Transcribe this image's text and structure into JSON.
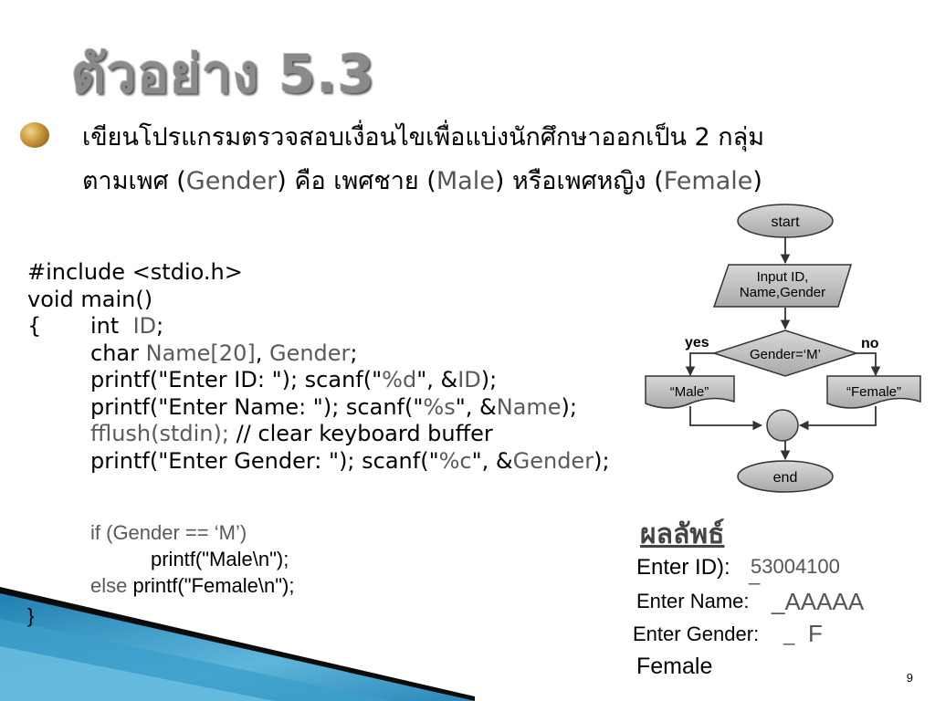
{
  "title": "ตัวอย่าง 5.3",
  "bullet": {
    "line1_a": "เขียนโปรแกรมตรวจสอบเงื่อนไขเพื่อ",
    "line1_b": "แบ่งนักศึกษาออกเป็น",
    "line1_c": " 2 ",
    "line1_d": "กลุ่ม",
    "line2_a": "ตามเพศ (",
    "line2_gender": "Gender",
    "line2_b": ") คือ เพศชาย (",
    "line2_male": "Male",
    "line2_c": ") หรือเพศหญิง (",
    "line2_female": "Female",
    "line2_d": ")"
  },
  "code": {
    "l1": "#include <stdio.h>",
    "l2": "void main()",
    "l3_brace": "{",
    "l3_kw": "int",
    "l3_var": "ID",
    "l3_end": ";",
    "l4_kw": "char",
    "l4_var1": "Name[20]",
    "l4_sep": ", ",
    "l4_var2": "Gender",
    "l4_end": ";",
    "l5_a": "printf(\"Enter ID: \"); scanf(\"",
    "l5_fmt": "%d",
    "l5_b": "\", &",
    "l5_var": "ID",
    "l5_c": ");",
    "l6_a": "printf(\"Enter Name: \"); scanf(\"",
    "l6_fmt": "%s",
    "l6_b": "\", &",
    "l6_var": "Name",
    "l6_c": ");",
    "l7_fn": "fflush(stdin);",
    "l7_comment": "  // clear keyboard buffer",
    "l8_a": "printf(\"Enter Gender: \"); scanf(\"",
    "l8_fmt": "%c",
    "l8_b": "\", &",
    "l8_var": "Gender",
    "l8_c": ");",
    "l9_kw": "if",
    "l9_cond": " (Gender == ‘M’)",
    "l10": "printf(\"Male\\n\");",
    "l11_kw": "else",
    "l11_stmt": " printf(\"Female\\n\");",
    "l12": "}"
  },
  "flowchart": {
    "start": "start",
    "input_line1": "Input ID,",
    "input_line2": "Name,Gender",
    "decision": "Gender=‘M’",
    "yes": "yes",
    "no": "no",
    "male": "“Male”",
    "female": "“Female”",
    "end": "end"
  },
  "result": {
    "title": "ผลลัพธ์",
    "id_label": "Enter ID):",
    "id_cursor": "_",
    "id_value": "53004100",
    "name_label": "Enter Name:",
    "name_value": "_AAAAA",
    "gender_label": "Enter Gender:",
    "gender_cursor": "_",
    "gender_value": "F",
    "output": "Female"
  },
  "page_number": "9"
}
